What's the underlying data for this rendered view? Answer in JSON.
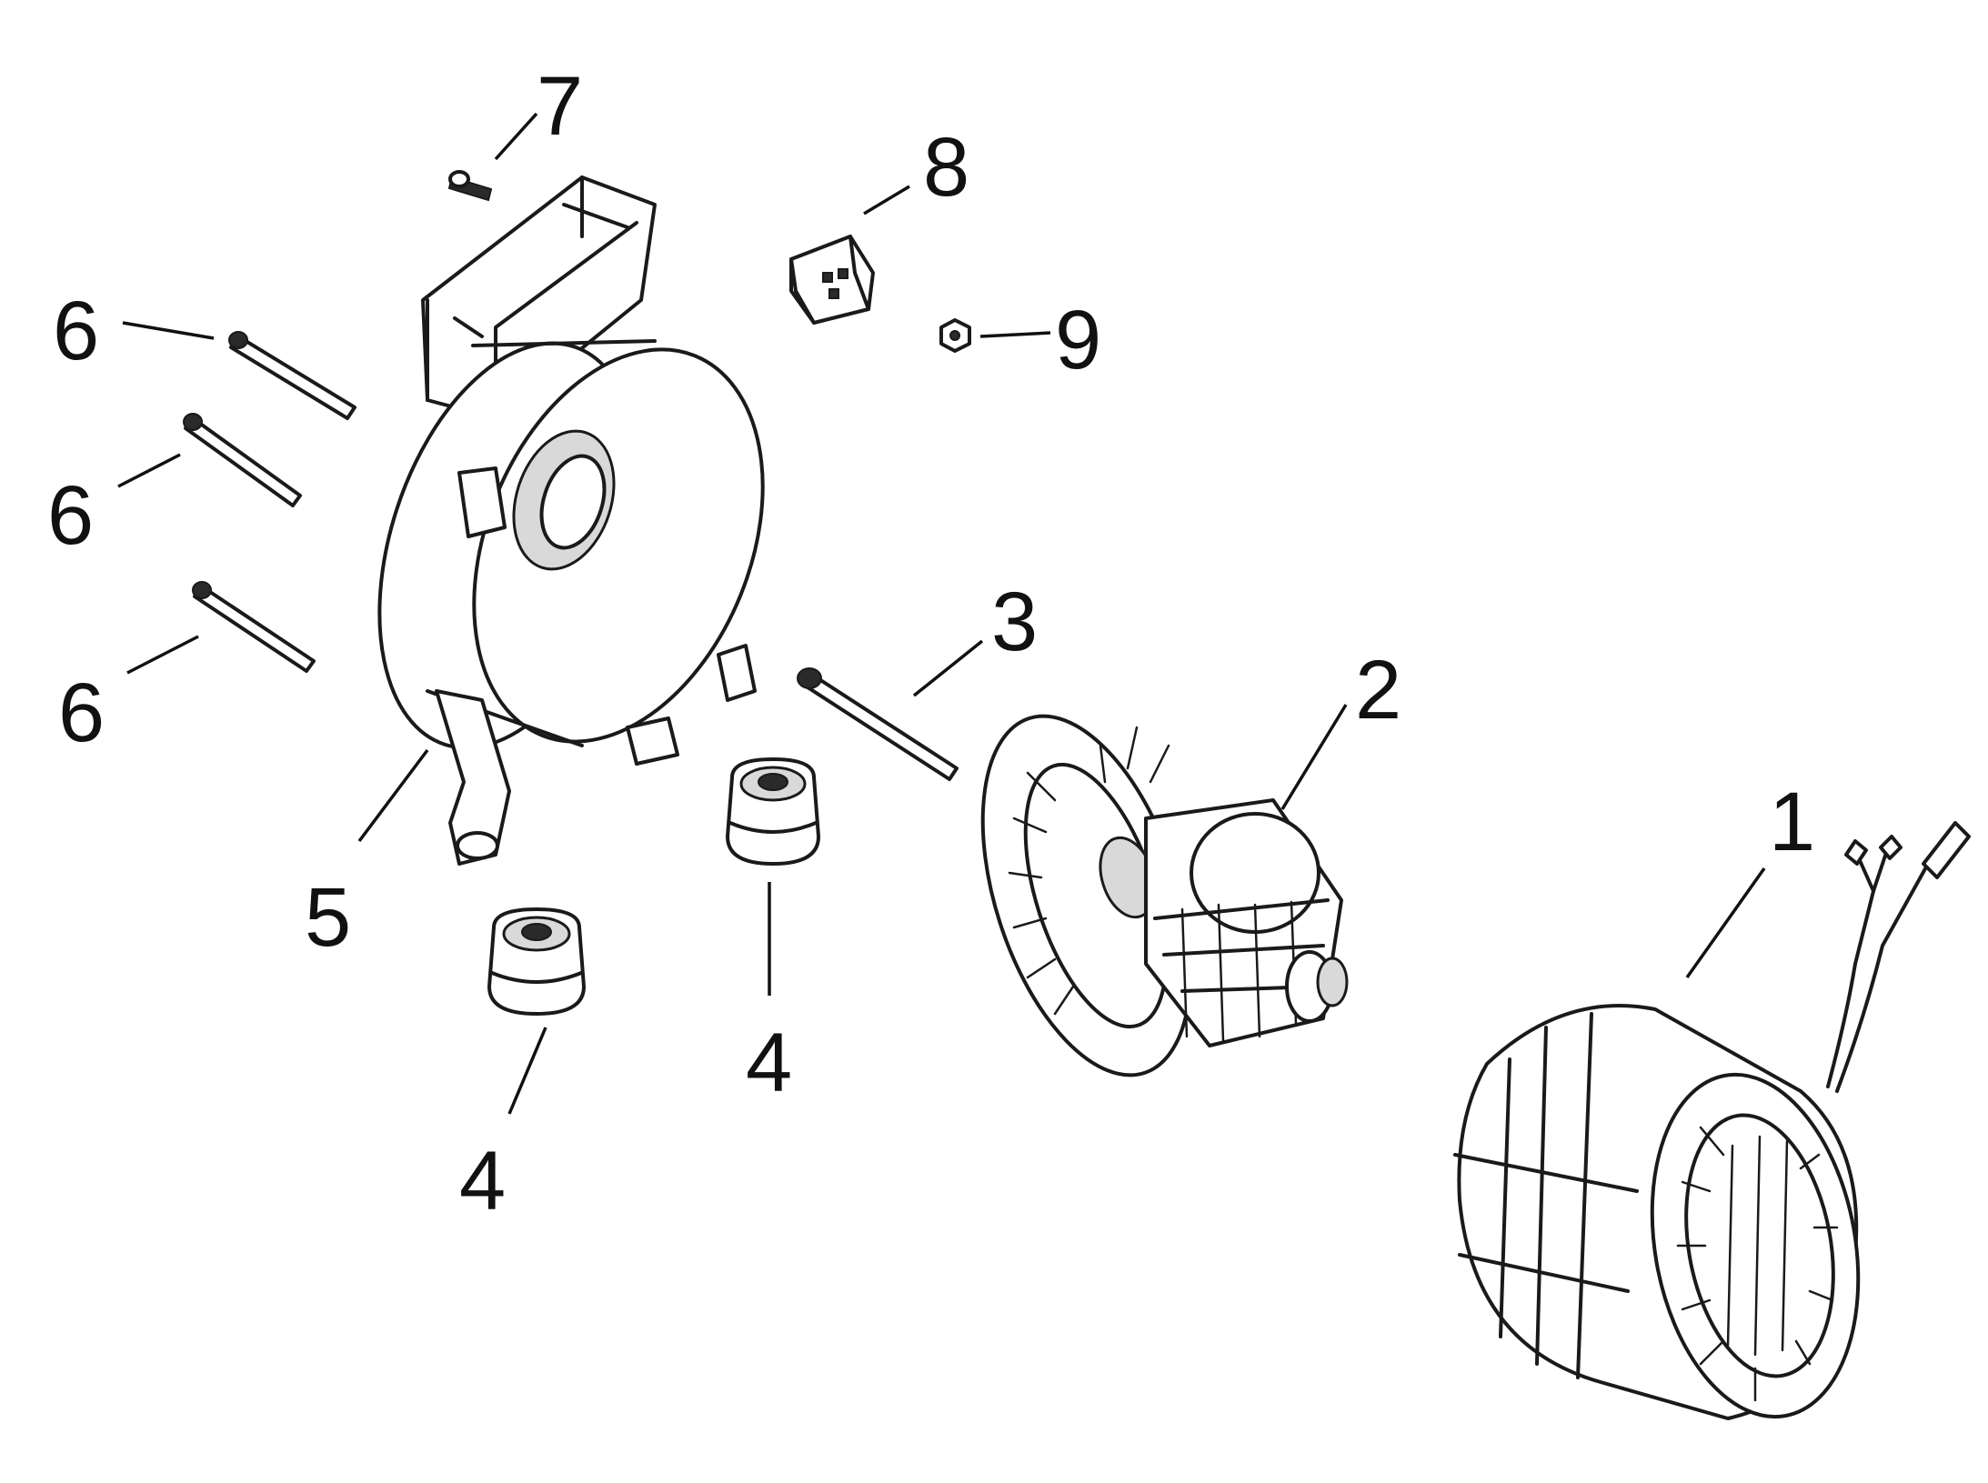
{
  "callouts": {
    "c1": "1",
    "c2": "2",
    "c3": "3",
    "c4a": "4",
    "c4b": "4",
    "c5": "5",
    "c6a": "6",
    "c6b": "6",
    "c6c": "6",
    "c7": "7",
    "c8": "8",
    "c9": "9"
  },
  "colors": {
    "ink": "#1a1a1a",
    "background": "#ffffff"
  }
}
